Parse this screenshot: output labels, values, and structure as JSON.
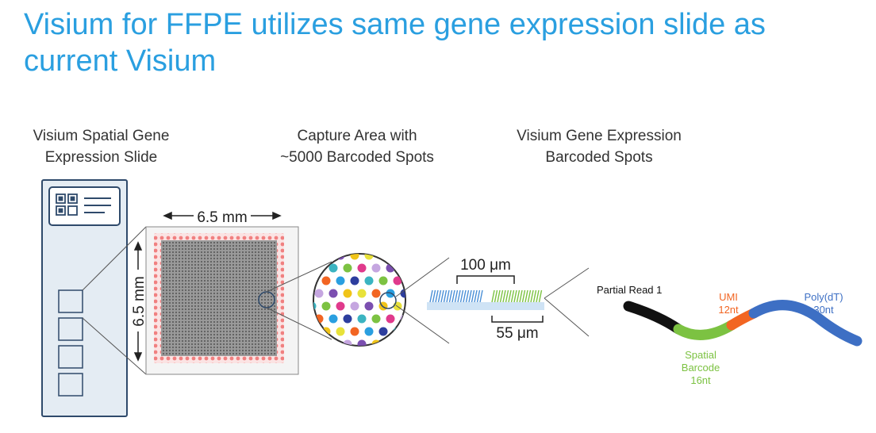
{
  "title": {
    "line1": "Visium for FFPE utilizes same gene expression slide as",
    "line2": "current Visium"
  },
  "labels": {
    "slide": [
      "Visium Spatial Gene",
      "Expression Slide"
    ],
    "capture": [
      "Capture Area with",
      "~5000 Barcoded Spots"
    ],
    "spots": [
      "Visium Gene Expression",
      "Barcoded Spots"
    ]
  },
  "dimensions": {
    "width": "6.5 mm",
    "height": "6.5 mm",
    "spot_spacing": "100 μm",
    "spot_diameter": "55 μm"
  },
  "oligo": {
    "partial_read": "Partial Read 1",
    "umi": [
      "UMI",
      "12nt"
    ],
    "polydt": [
      "Poly(dT)",
      "30nt"
    ],
    "barcode": [
      "Spatial",
      "Barcode",
      "16nt"
    ]
  },
  "colors": {
    "title": "#2a9fe0",
    "slide_fill": "#e4ecf3",
    "slide_border": "#2f4a6b",
    "capture_grid": "#7a7a7a",
    "capture_border": "#f08080",
    "partial_read": "#111111",
    "spatial_barcode": "#7cc242",
    "umi": "#f26522",
    "polydt": "#3d6fc4"
  },
  "icons": [
    "qr-code-icon",
    "text-lines-icon"
  ]
}
